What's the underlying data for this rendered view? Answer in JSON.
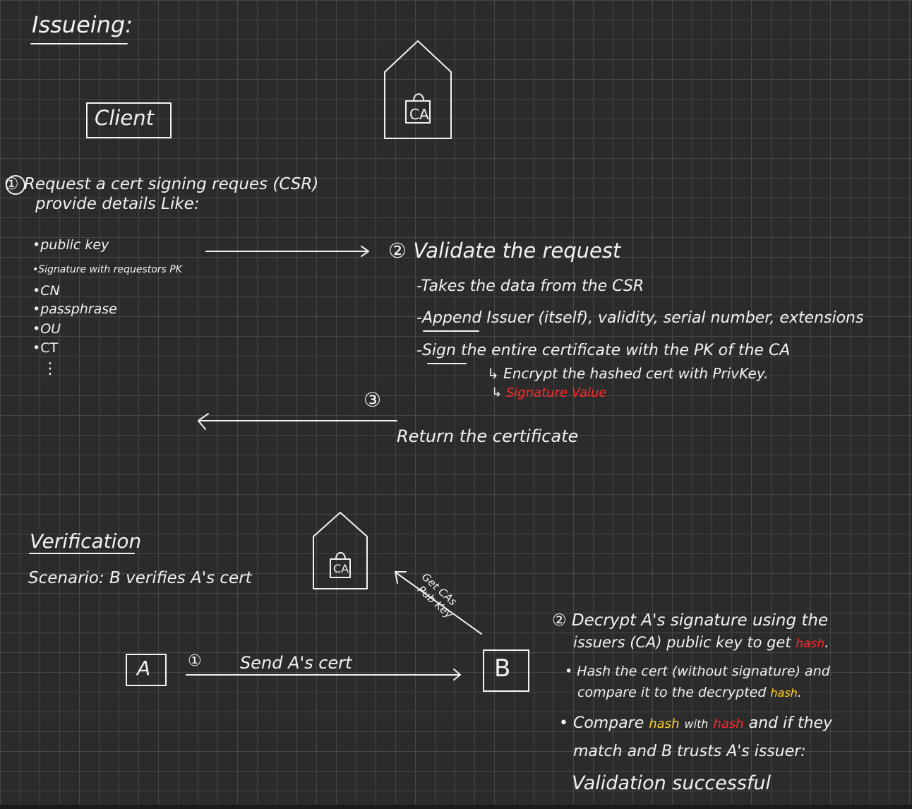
{
  "issuing": {
    "heading": "Issueing:",
    "client_label": "Client",
    "ca_label": "CA",
    "step1": {
      "title": "① Request a cert signing reques (CSR)",
      "subtitle": "provide details Like:",
      "items": [
        "•public key",
        "•Signature with requestors PK",
        "•CN",
        "•passphrase",
        "•OU",
        "•CT",
        "⋮"
      ]
    },
    "step2": {
      "title": "② Validate the request",
      "line1": "-Takes the data from the CSR",
      "line2_label": "Append",
      "line2_rest": " Issuer (itself), validity, serial number, extensions",
      "line3_label": "Sign",
      "line3_rest": " the entire certificate with the PK of the CA",
      "sub1": "↳ Encrypt the hashed cert with PrivKey.",
      "sub2_prefix": "↳",
      "sub2_value": "Signature Value"
    },
    "step3": {
      "marker": "③",
      "label": "Return the certificate"
    }
  },
  "verification": {
    "heading": "Verification",
    "scenario": "Scenario: B verifies A's cert",
    "ca_label": "CA",
    "node_a": "A",
    "node_b": "B",
    "get_key_line1": "Get CAs",
    "get_key_line2": "Pub Key",
    "send_marker": "①",
    "send_label": "Send A's cert",
    "step2": {
      "l1": "② Decrypt A's signature using the",
      "l2_text": "issuers (CA) public key to get",
      "l2_hash": "hash",
      "l2_end": ".",
      "l3": "• Hash the cert (without signature) and",
      "l4_text": "compare it to the decrypted",
      "l4_hash": "hash",
      "l4_end": ".",
      "l5_text": "• Compare",
      "l5_hash_yellow": "hash",
      "l5_with": "with",
      "l5_hash_red": "hash",
      "l5_end": "and if they",
      "l6": "match and B trusts A's issuer:",
      "l7": "Validation successful"
    }
  },
  "colors": {
    "background": "#2b2b2b",
    "grid": "#464646",
    "ink": "#f2f2f2",
    "red_highlight": "#ff2a2a",
    "yellow_highlight": "#ffd21a"
  }
}
